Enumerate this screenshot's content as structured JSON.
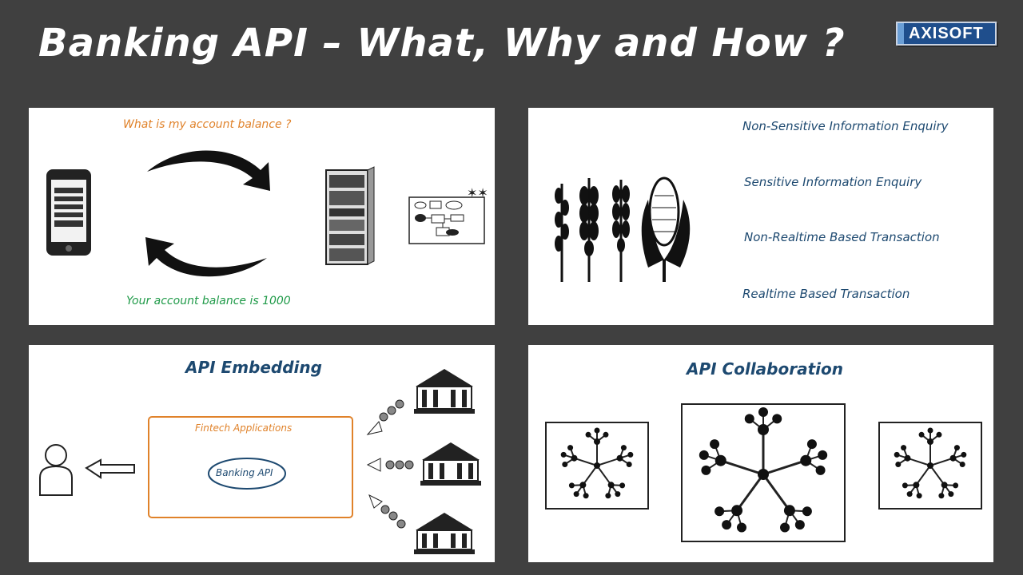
{
  "slide": {
    "title": "Banking API – What, Why and How ?",
    "logo": "AXISOFT"
  },
  "panel1": {
    "question": "What is my account balance ?",
    "answer": "Your account balance is 1000"
  },
  "panel2": {
    "items": [
      "Non-Sensitive Information Enquiry",
      "Sensitive Information Enquiry",
      "Non-Realtime Based Transaction",
      "Realtime Based Transaction"
    ]
  },
  "panel3": {
    "heading": "API Embedding",
    "box_label": "Fintech Applications",
    "ellipse_label": "Banking API"
  },
  "panel4": {
    "heading": "API Collaboration"
  },
  "colors": {
    "background": "#404040",
    "orange": "#e0822a",
    "green": "#1f9a48",
    "navy": "#1d4970",
    "logo_blue": "#1f4e8c"
  }
}
